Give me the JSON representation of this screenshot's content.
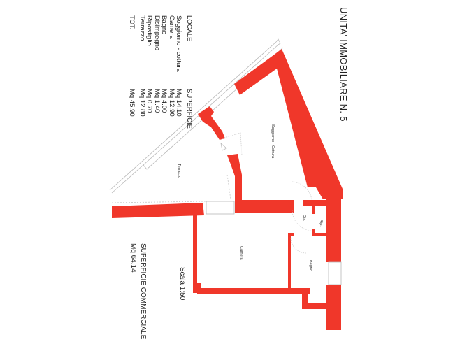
{
  "title": "UNITA' IMMOBILIARE N. 5",
  "table": {
    "headers": [
      "LOCALE",
      "SUPERFICIE"
    ],
    "rows": [
      {
        "locale": "Soggiorno - cottura",
        "superficie": "Mq 14.10"
      },
      {
        "locale": "Camera",
        "superficie": "Mq 12.90"
      },
      {
        "locale": "Bagno",
        "superficie": "Mq  4.00"
      },
      {
        "locale": "Disimpegno",
        "superficie": "Mq  1.40"
      },
      {
        "locale": "Ripostiglio",
        "superficie": "Mq  0.70"
      },
      {
        "locale": "Terrazzo",
        "superficie": "Mq 12.80"
      }
    ],
    "total": {
      "label": "TOT.",
      "value": "Mq 45.90"
    }
  },
  "rooms": {
    "soggiorno": "Soggiorno - Cottura",
    "terrazzo": "Terrazzo",
    "camera": "Camera",
    "bagno": "Bagno",
    "disimpegno": "Dis.",
    "ripostiglio": "Rip."
  },
  "scale": "Scala 1:50",
  "commercial_area": {
    "label": "SUPERFICIE COMMERCIALE",
    "value": "Mq 64.14"
  },
  "colors": {
    "wall": "#f0372a",
    "line": "#b8b8b8",
    "background": "#ffffff"
  }
}
